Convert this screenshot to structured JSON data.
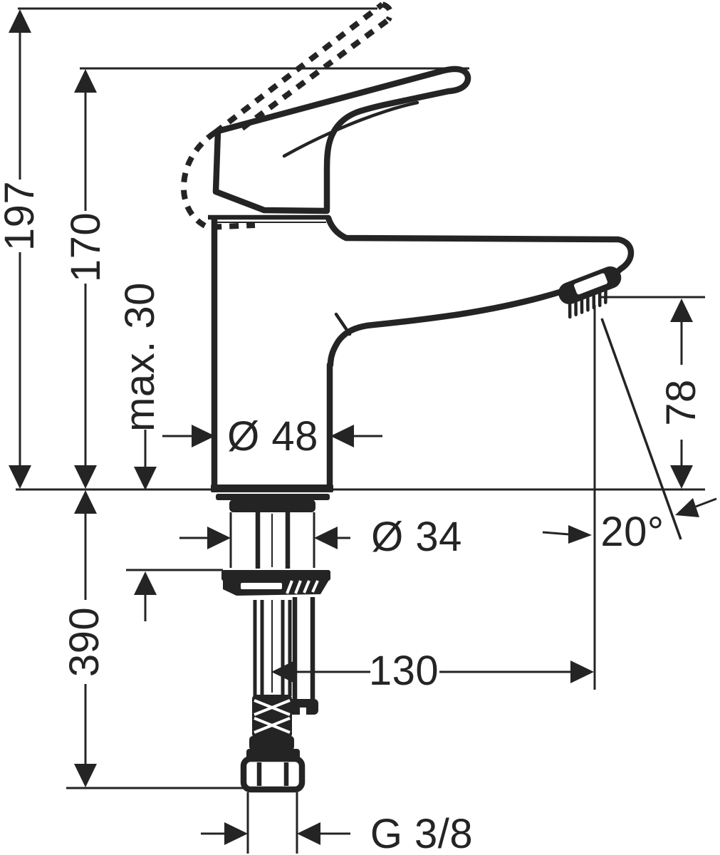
{
  "colors": {
    "ink": "#242424",
    "background": "#ffffff"
  },
  "labels": {
    "overall_height": "197",
    "spout_top_height": "170",
    "max_deck_thickness": "max. 30",
    "body_diameter": "Ø 48",
    "hole_diameter": "Ø 34",
    "outlet_height": "78",
    "jet_angle": "20°",
    "outlet_reach": "130",
    "hose_length": "390",
    "connection_thread": "G 3/8"
  }
}
